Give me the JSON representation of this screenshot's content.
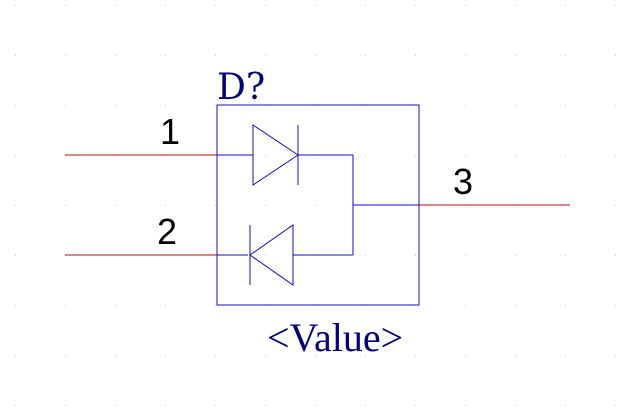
{
  "component": {
    "designator": "D?",
    "value": "<Value>"
  },
  "pins": [
    {
      "number": "1"
    },
    {
      "number": "2"
    },
    {
      "number": "3"
    }
  ],
  "colors": {
    "body": "#1010c8",
    "wire": "#b01010",
    "text": "#000080",
    "pin_text": "#000000",
    "grid_dot": "#c8c8c8",
    "background": "#ffffff"
  }
}
